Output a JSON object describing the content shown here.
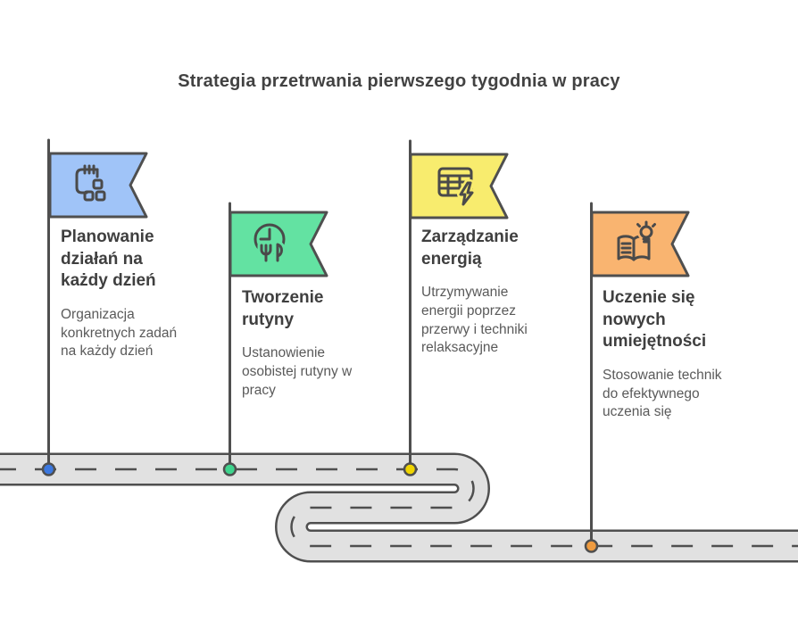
{
  "page": {
    "title": "Strategia przetrwania pierwszego tygodnia w pracy",
    "background_color": "#ffffff"
  },
  "road": {
    "fill_color": "#e1e1e1",
    "border_color": "#4f4f4f",
    "dash_color": "#4f4f4f"
  },
  "milestones": [
    {
      "id": "planowanie",
      "title": "Planowanie\ndziałań na\nkażdy dzień",
      "description": "Organizacja\nkonkretnych zadań\nna każdy dzień",
      "flag_color": "#a0c4f8",
      "dot_color": "#3b78e0",
      "icon": "task-planner-icon"
    },
    {
      "id": "rutyna",
      "title": "Tworzenie\nrutyny",
      "description": "Ustanowienie\nosobistej rutyny w\npracy",
      "flag_color": "#63e2a2",
      "dot_color": "#3ed48d",
      "icon": "clock-utensils-icon"
    },
    {
      "id": "energia",
      "title": "Zarządzanie\nenergią",
      "description": "Utrzymywanie\nenergii poprzez\nprzerwy i techniki\nrelaksacyjne",
      "flag_color": "#f8ec6e",
      "dot_color": "#f0d500",
      "icon": "table-bolt-icon"
    },
    {
      "id": "uczenie",
      "title": "Uczenie się\nnowych\numiejętności",
      "description": "Stosowanie technik\ndo efektywnego\nuczenia się",
      "flag_color": "#f9b470",
      "dot_color": "#ef9b3f",
      "icon": "book-bulb-icon"
    }
  ]
}
